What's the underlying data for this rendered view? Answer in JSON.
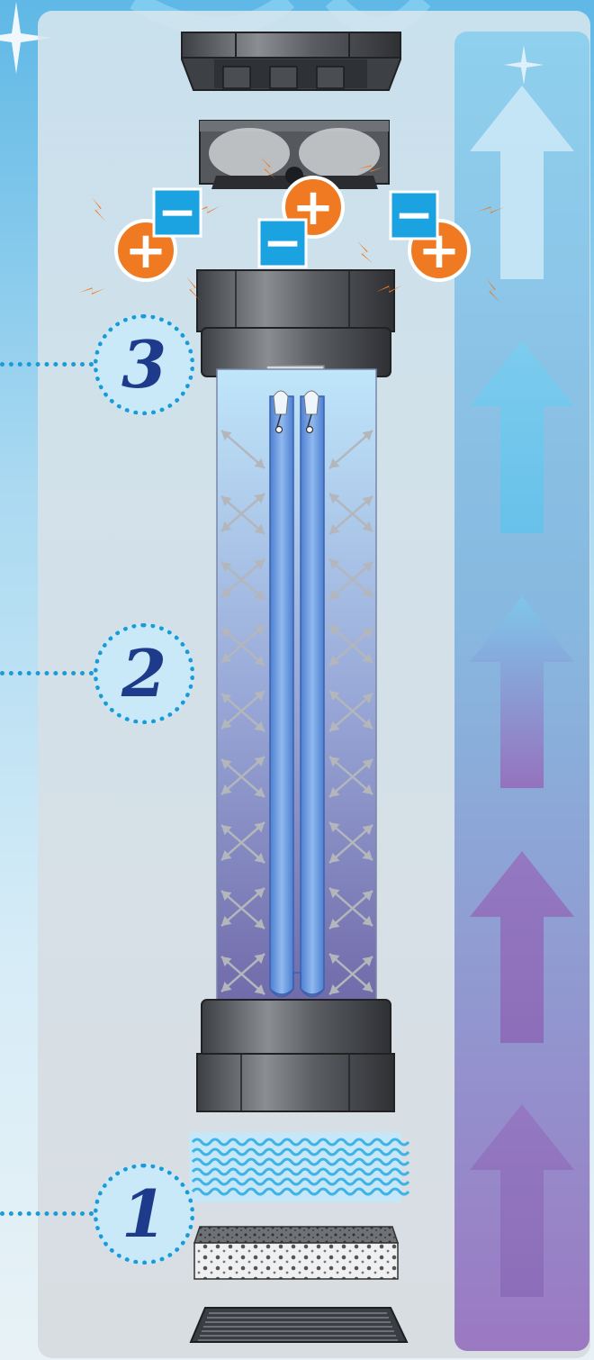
{
  "steps": [
    {
      "number": "1",
      "stage": "filters"
    },
    {
      "number": "2",
      "stage": "uv-lamp-chamber"
    },
    {
      "number": "3",
      "stage": "ionizer"
    }
  ],
  "ions": {
    "positive": "+",
    "negative": "−"
  },
  "colors": {
    "sky": "#5fb8e6",
    "panel": "#d3dbe2",
    "flow_top": "#8fd0ee",
    "flow_bottom": "#9b79c2",
    "housing": "#4a4d52",
    "lamp": "#5f86d6",
    "positive_ion": "#f07a22",
    "negative_ion": "#1aa3e0",
    "spark": "#f07a22",
    "step_ring": "#1b9ad6",
    "step_text": "#1e3a8a"
  }
}
